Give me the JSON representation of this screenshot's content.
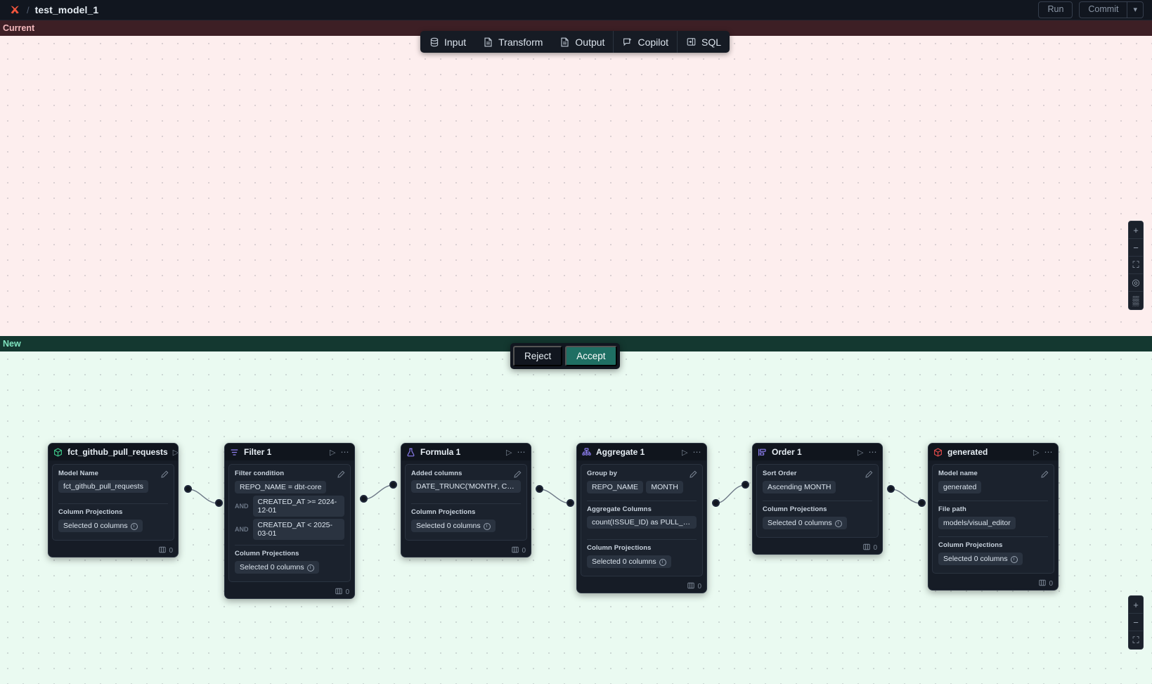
{
  "titlebar": {
    "logo_icon": "x-logo-icon",
    "separator": "/",
    "title": "test_model_1",
    "run_label": "Run",
    "commit_label": "Commit",
    "caret_icon": "chevron-down-icon"
  },
  "toolbar": {
    "items": [
      {
        "label": "Input",
        "icon": "database-icon"
      },
      {
        "label": "Transform",
        "icon": "document-icon"
      },
      {
        "label": "Output",
        "icon": "document-icon"
      },
      {
        "label": "Copilot",
        "icon": "sparkle-chat-icon"
      },
      {
        "label": "SQL",
        "icon": "panel-right-icon"
      }
    ]
  },
  "panels": {
    "current_label": "Current",
    "new_label": "New"
  },
  "accept_bar": {
    "reject_label": "Reject",
    "accept_label": "Accept"
  },
  "zoom_controls": {
    "top": [
      {
        "icon": "plus-icon",
        "glyph": "+"
      },
      {
        "icon": "minus-icon",
        "glyph": "−"
      },
      {
        "icon": "fit-screen-icon",
        "glyph": "⛶"
      },
      {
        "icon": "target-icon",
        "glyph": "◎"
      },
      {
        "icon": "grid-icon",
        "glyph": "▒"
      }
    ],
    "bottom": [
      {
        "icon": "plus-icon",
        "glyph": "+"
      },
      {
        "icon": "minus-icon",
        "glyph": "−"
      },
      {
        "icon": "fit-screen-icon",
        "glyph": "⛶"
      }
    ]
  },
  "nodes": [
    {
      "id": "source",
      "icon": "cube-green-icon",
      "title": "fct_github_pull_requests",
      "row_count": "0",
      "fields": [
        {
          "label": "Model Name",
          "pills": [
            "fct_github_pull_requests"
          ]
        },
        {
          "label": "Column Projections",
          "pills": [
            "Selected 0 columns"
          ],
          "info": true
        }
      ]
    },
    {
      "id": "filter",
      "icon": "filter-purple-icon",
      "title": "Filter 1",
      "row_count": "0",
      "fields": [
        {
          "label": "Filter condition",
          "conditions": [
            {
              "op": "",
              "text": "REPO_NAME = dbt-core"
            },
            {
              "op": "AND",
              "text": "CREATED_AT >= 2024-12-01"
            },
            {
              "op": "AND",
              "text": "CREATED_AT < 2025-03-01"
            }
          ]
        },
        {
          "label": "Column Projections",
          "pills": [
            "Selected 0 columns"
          ],
          "info": true
        }
      ]
    },
    {
      "id": "formula",
      "icon": "flask-purple-icon",
      "title": "Formula 1",
      "row_count": "0",
      "fields": [
        {
          "label": "Added columns",
          "pills": [
            "DATE_TRUNC('MONTH', CREATED_AT..."
          ]
        },
        {
          "label": "Column Projections",
          "pills": [
            "Selected 0 columns"
          ],
          "info": true
        }
      ]
    },
    {
      "id": "aggregate",
      "icon": "aggregate-purple-icon",
      "title": "Aggregate 1",
      "row_count": "0",
      "fields": [
        {
          "label": "Group by",
          "pills": [
            "REPO_NAME",
            "MONTH"
          ]
        },
        {
          "label": "Aggregate Columns",
          "pills": [
            "count(ISSUE_ID) as PULL_REQUEST_..."
          ]
        },
        {
          "label": "Column Projections",
          "pills": [
            "Selected 0 columns"
          ],
          "info": true
        }
      ]
    },
    {
      "id": "order",
      "icon": "sort-purple-icon",
      "title": "Order 1",
      "row_count": "0",
      "fields": [
        {
          "label": "Sort Order",
          "pills": [
            "Ascending MONTH"
          ]
        },
        {
          "label": "Column Projections",
          "pills": [
            "Selected 0 columns"
          ],
          "info": true
        }
      ]
    },
    {
      "id": "generated",
      "icon": "cube-red-icon",
      "title": "generated",
      "row_count": "0",
      "fields": [
        {
          "label": "Model name",
          "pills": [
            "generated"
          ]
        },
        {
          "label": "File path",
          "pills": [
            "models/visual_editor"
          ]
        },
        {
          "label": "Column Projections",
          "pills": [
            "Selected 0 columns"
          ],
          "info": true
        }
      ]
    }
  ],
  "colors": {
    "current_panel_bg": "#fdeeee",
    "new_panel_bg": "#eafaf1",
    "current_header_bg": "#3d1f25",
    "new_header_bg": "#143830",
    "accept_button": "#1f6f63",
    "logo_red": "#f2553d"
  }
}
